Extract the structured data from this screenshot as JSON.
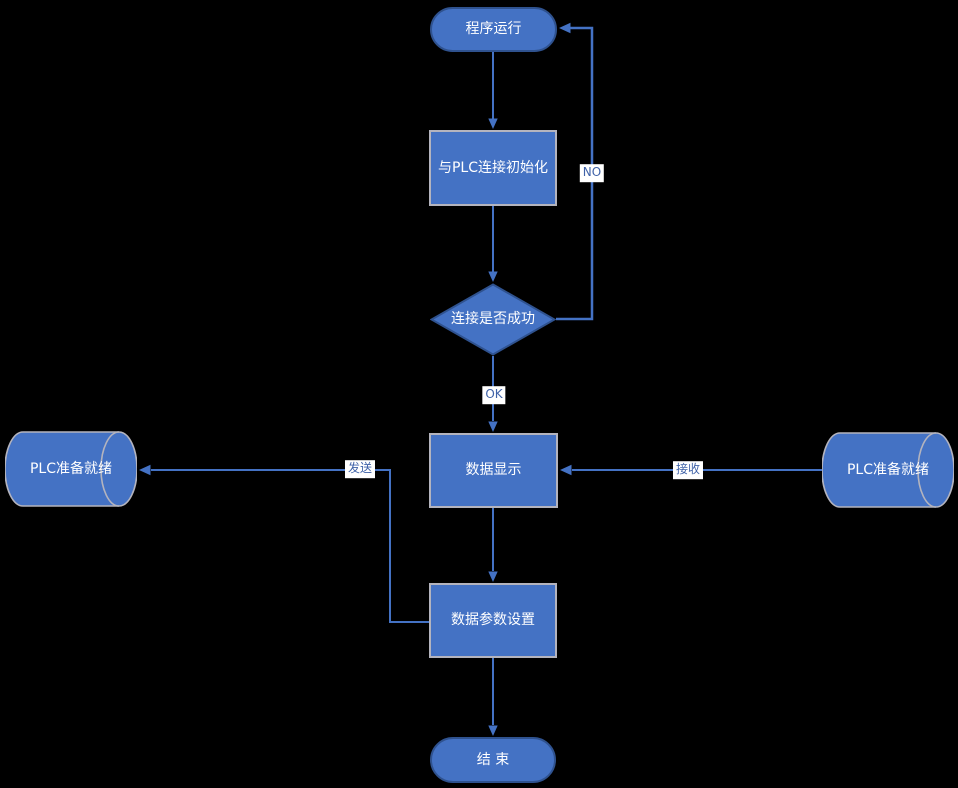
{
  "colors": {
    "background": "#000000",
    "shape_fill": "#4472C4",
    "shape_border_dark": "#2F528F",
    "shape_border_light": "#B4B4BE",
    "connector": "#4472C4",
    "label_text": "#3F62A8",
    "label_bg": "#FFFFFF",
    "node_text": "#FFFFFF"
  },
  "nodes": {
    "start": {
      "label": "程序运行",
      "type": "terminator"
    },
    "init": {
      "label": "与PLC连接初始化",
      "type": "process"
    },
    "decision": {
      "label": "连接是否成功",
      "type": "decision"
    },
    "display": {
      "label": "数据显示",
      "type": "process"
    },
    "plc_left": {
      "label": "PLC准备就绪",
      "type": "direct-data"
    },
    "plc_right": {
      "label": "PLC准备就绪",
      "type": "direct-data"
    },
    "params": {
      "label": "数据参数设置",
      "type": "process"
    },
    "end": {
      "label": "结 束",
      "type": "terminator"
    }
  },
  "edge_labels": {
    "no": "NO",
    "ok": "OK",
    "send": "发送",
    "receive": "接收"
  }
}
